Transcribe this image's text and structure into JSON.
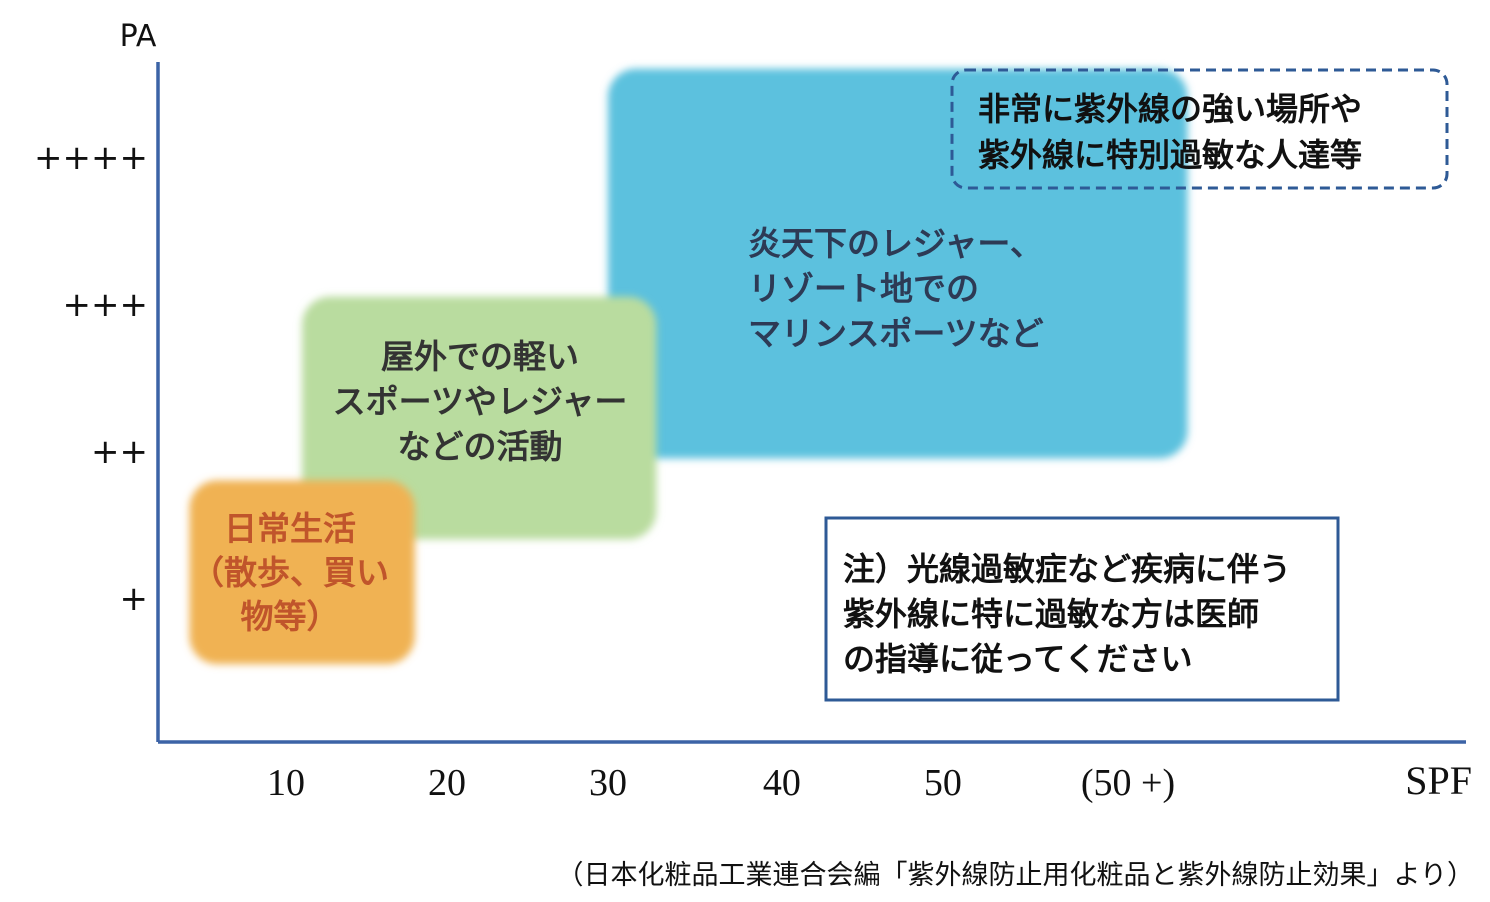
{
  "chart_data": {
    "type": "area",
    "y_axis": {
      "label": "PA",
      "ticks": [
        "+",
        "++",
        "+++",
        "++++"
      ]
    },
    "x_axis": {
      "label": "SPF",
      "ticks": [
        "10",
        "20",
        "30",
        "40",
        "50",
        "(50 +)"
      ]
    },
    "zones": [
      {
        "name": "daily-life",
        "lines": [
          "日常生活",
          "（散歩、買い",
          "物等）"
        ],
        "x_range": [
          4,
          18
        ],
        "y_range": [
          0.55,
          1.8
        ],
        "fill_color": "#f0b253",
        "text_color": "#c0552b"
      },
      {
        "name": "outdoor-sports",
        "lines": [
          "屋外での軽い",
          "スポーツやレジャー",
          "などの活動"
        ],
        "x_range": [
          11,
          33
        ],
        "y_range": [
          1.4,
          3.05
        ],
        "fill_color": "#b9dc9f",
        "text_color": "#333333"
      },
      {
        "name": "marine-sports",
        "lines": [
          "炎天下のレジャー、",
          "リゾート地での",
          "マリンスポーツなど"
        ],
        "x_range": [
          30,
          66
        ],
        "y_range": [
          1.95,
          4.6
        ],
        "fill_color": "#5bc1de",
        "text_color": "#2d3a55"
      }
    ],
    "notes": [
      {
        "name": "sensitive-note",
        "lines": [
          "非常に紫外線の強い場所や",
          "紫外線に特別過敏な人達等"
        ],
        "style": "dashed",
        "border_color": "#2e5a96",
        "fill_color": "#5bc1de"
      },
      {
        "name": "medical-note",
        "lines": [
          "注）光線過敏症など疾病に伴う",
          "紫外線に特に過敏な方は医師",
          "の指導に従ってください"
        ],
        "style": "solid",
        "border_color": "#2e5a96",
        "fill_color": "#ffffff"
      }
    ],
    "source": "（日本化粧品工業連合会編「紫外線防止用化粧品と紫外線防止効果」より）",
    "axis_color": "#3c63a6",
    "grid": false
  }
}
